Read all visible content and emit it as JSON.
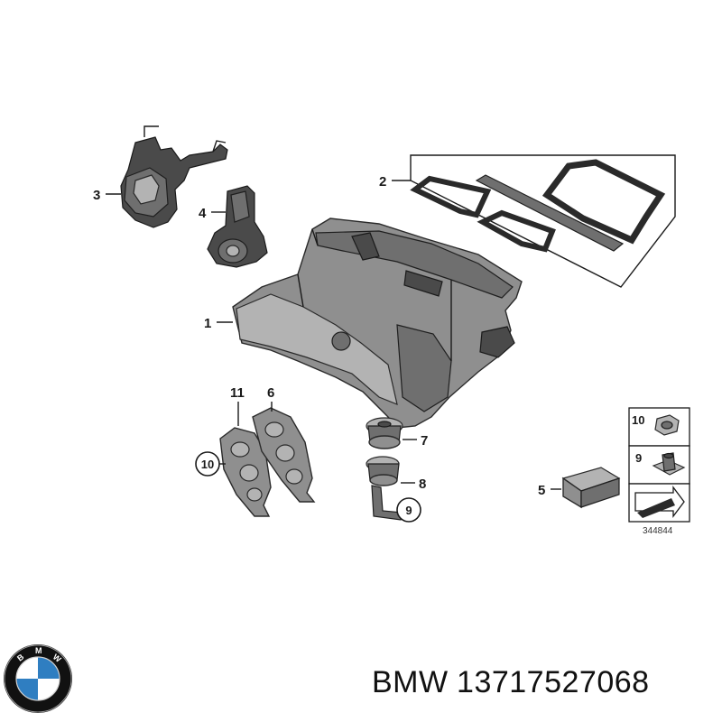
{
  "diagram": {
    "callouts": {
      "c1": "1",
      "c2": "2",
      "c3": "3",
      "c4": "4",
      "c5": "5",
      "c6": "6",
      "c7": "7",
      "c8": "8",
      "c9": "9",
      "c10": "10",
      "c11": "11"
    },
    "legend": {
      "item_10": "10",
      "item_9": "9"
    },
    "drawing_number": "344844"
  },
  "footer": {
    "brand": "BMW",
    "part_number": "13717527068"
  },
  "colors": {
    "part_gray": "#8f8f8f",
    "line": "#1a1a1a",
    "logo_blue": "#2f7ec1"
  }
}
